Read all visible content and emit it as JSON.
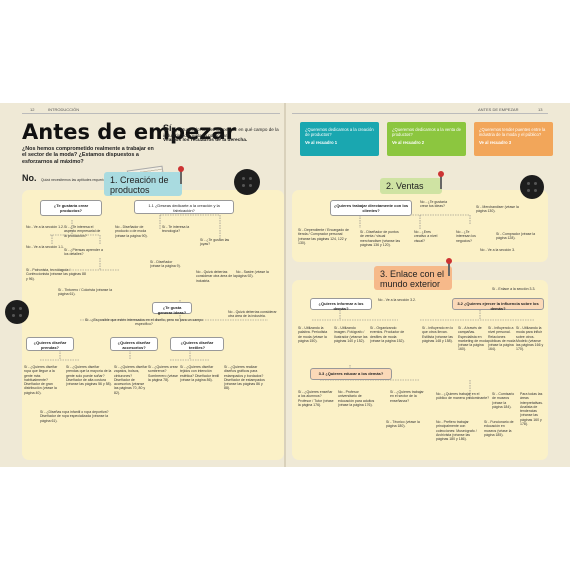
{
  "header": {
    "left_page_num": "12",
    "left_section": "INTRODUCCIÓN",
    "right_section": "ANTES DE EMPEZAR",
    "right_page_num": "13"
  },
  "title": "Antes de empezar",
  "subtitle": "¿Nos hemos comprometido realmente a trabajar en el sector de la moda? ¿Estamos dispuestos a esforzarnos al máximo?",
  "intro_si": {
    "label": "Sí.",
    "text": "¡Estupendo! Debemos pensar en qué campo de la industria nos gustaría participar.",
    "bold": "Veamos los recuadros de la derecha."
  },
  "intro_no": {
    "label": "No.",
    "text": "Quizá necesitemos las aptitudes requeridas."
  },
  "cards": [
    {
      "q": "¿Queremos dedicarnos a la creación de productos?",
      "a": "Ve al recuadro 1",
      "color": "#1aa7b0"
    },
    {
      "q": "¿Queremos dedicarnos a la venta de productos?",
      "a": "Ve al recuadro 2",
      "color": "#8cc63f"
    },
    {
      "q": "¿Queremos tender puentes entre la industria de la moda y el público?",
      "a": "Ve al recuadro 3",
      "color": "#f2a65a"
    }
  ],
  "sections": {
    "s1": "1. Creación de productos",
    "s2": "2. Ventas",
    "s3": "3. Enlace con el mundo exterior"
  },
  "colors": {
    "s1": "#a9dbe0",
    "s2": "#cfe3a3",
    "s3": "#f6b98a",
    "panel": "#fbf1c7",
    "background": "#efe9d6"
  },
  "left": {
    "q_products": "¿Te gustaría crear productos?",
    "q_design_start": "1.1 ¿Deseas dedicarte a la creación y la fabricación?",
    "no_1": "No - Ve a la sección 1.2.",
    "si_1": "Sí - ¿Te interesa el aspecto empresarial de la producción?",
    "no_2": "No - Ve a la sección 1.1.",
    "si_tech": "Sí - Te interesa la tecnología?",
    "q_patterns": "Sí - ¿Piensas aprender a los detalles?",
    "si_pattern": "Sí - Patronista, tecnólogo/a / Confeccionista (véanse las páginas 88 y 96).",
    "si_colour": "Sí - Tintorero / Colorista (véanse la página 61).",
    "no_design": "No - Diseñador de producto o de moda (véase la página 90).",
    "q_jewelry": "Sí - ¿Te gustan las joyas?",
    "si_ent": "Sí - Diseñador (véase la página 9).",
    "no_sastre": "No - Sastre (véase la página 92).",
    "q_sew": "¿Te gusta generar ideas?",
    "no_quiz": "No - Quizá deberías considerar otra área de la industria.",
    "si_possible": "Sí - ¿Es posible que estén interesados en el diseño, pero no para un campo específico?",
    "q_design_clothes": "¿Quieres diseñar prendas?",
    "q_accessories": "¿Quieres diseñar accesorios?",
    "q_textiles": "¿Quieres diseñar textiles?",
    "si_clothes": "Sí - ¿Quieres diseñar ropa que llegue a la gente más habitualmente? Diseñador de gran distribución (véase la página 40).",
    "si_clothes2": "Sí - ¿Quieres diseñar prendas que la mayoría de la gente solo puede soñar? Diseñador de alta costura (véanse las páginas 56 y 58).",
    "si_haute": "Sí - ¿Quieres diseñar zapatos, bolsos, cinturones? Diseñador de accesorios (véanse las páginas 70, 80 y 82).",
    "si_shoes": "Sí - ¿Quieres crear sombreros? Sombrerero (véase la página 78).",
    "si_textiles": "Sí - ¿Quieres diseñar tejidos con intención estética? Diseñador textil (véase la página 86).",
    "si_print": "Sí - ¿Quieres realizar diseños gráficos para estampados y bordados? Diseñador de estampados (véanse las páginas 86 y 88).",
    "no_qz2": "No - Quizá deberías considerar otra área de la industria.",
    "si_small": "Sí - ¿Diseñas ropa infantil o ropa deportiva? Diseñador de ropa especializada (véanse la página 61)."
  },
  "right": {
    "q_sell": "¿Quieres trabajar directamente con los clientes?",
    "si_dep": "Sí - Dependiente / Encargado de tienda / Comprador personal (véanse las páginas 124, 122 y 130).",
    "no_sell": "No - ¿Te gustaría crear tus ideas?",
    "si_vis": "Sí - Diseñador de puntos de venta / visual merchandiser (véanse las páginas 136 y 120).",
    "si_merch": "Sí - Merchandiser (véase la página 130).",
    "no_neg": "No - ¿Eres creativo a nivel visual?",
    "no_neg2": "No - ¿Te interesan los negocios?",
    "si_buyer": "Sí - Comprador (véase la página 128).",
    "no_s2": "No - Ve a la sección 3.",
    "q_inform": "¿Quieres informar a los demás?",
    "no_s31": "No - Ve a la sección 3.2.",
    "q_influence": "3.2 ¿Quieres ejercer la influencia sobre los demás?",
    "si_write": "Sí - Utilizando la palabra. Periodista de moda (véase la página 150).",
    "si_image": "Sí - Utilizando imagen. Fotógrafo / Ilustrador (véanse las páginas 140 y 152).",
    "si_events": "Sí - Organizando eventos. Productor de desfiles de moda (véase la página 152).",
    "si_stylist": "Sí - Influyendo en lo que otros llevan. Estilista (véanse las páginas 148 y 158).",
    "si_mkt": "Sí - A través de campañas. Especialista en marketing de moda (véase la página 160).",
    "si_pr": "Sí - Influyendo a nivel personal. Relaciones públicas de moda (véase la página 164).",
    "si_model": "Sí - Utilizando la moda para influir sobre otros. Modelo (véanse las páginas 166 y 170).",
    "q_educate": "3.3 ¿Quieres educar a los demás?",
    "si_teach": "Sí - ¿Quieres enseñar a los alumnos? Profesor / Tutor (véase la página 176).",
    "si_public": "No - Profesor universitario de educación para adultos (véase la página 176).",
    "si_museum": "Sí - ¿Quieres trabajar en el sector de la enseñanza?",
    "si_archive": "Sí - Técnico (véase la página 180).",
    "no_work": "No - ¿Quieres trabajar en el público de manera predominante?",
    "si_curator": "Sí - Comisario de museos (véase la página 184).",
    "no_prefer": "No - Prefiero trabajar principalmente con colecciones: Museógrafo / Archivista (véanse las páginas 180 y 186).",
    "s33_note": "Sí - Enlace a la sección 3.3.",
    "si_trend": "Sí - Funcionario de educación en museos (véase la página 185).",
    "side_note": "Para todas las áreas interpretativas. Analista de tendencias (véanse las páginas 160 y 178)."
  }
}
